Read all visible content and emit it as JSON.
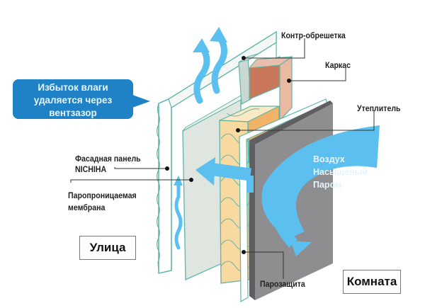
{
  "callout": {
    "lines": [
      "Избыток влаги",
      "удаляется через",
      "вентзазор"
    ]
  },
  "labels": {
    "counter_batten": "Контр-обрешетка",
    "frame": "Каркас",
    "insulation": "Утеплитель",
    "facade_panel_line1": "Фасадная панель",
    "facade_panel_line2": "NICHIHA",
    "membrane_line1": "Паропроницаемая",
    "membrane_line2": "мембрана",
    "vapor_barrier": "Парозащита"
  },
  "zones": {
    "outside": "Улица",
    "room": "Комната"
  },
  "vapor_air": {
    "lines": [
      "Воздух",
      "Насыщеный",
      "Паром"
    ]
  },
  "colors": {
    "callout_blue": "#1f82c6",
    "arrow_blue": "#5bc0ef",
    "panel_outline": "#5fb5a8",
    "membrane_fill": "#dfe6df",
    "insulation_fill": "#f8d9a0",
    "frame_front": "#c9775a",
    "frame_side": "#e9b9a2",
    "counter_batten_fill": "#c9d8d3",
    "vapor_barrier_board": "#8e8e90",
    "vapor_barrier_edge": "#5f5f62"
  }
}
